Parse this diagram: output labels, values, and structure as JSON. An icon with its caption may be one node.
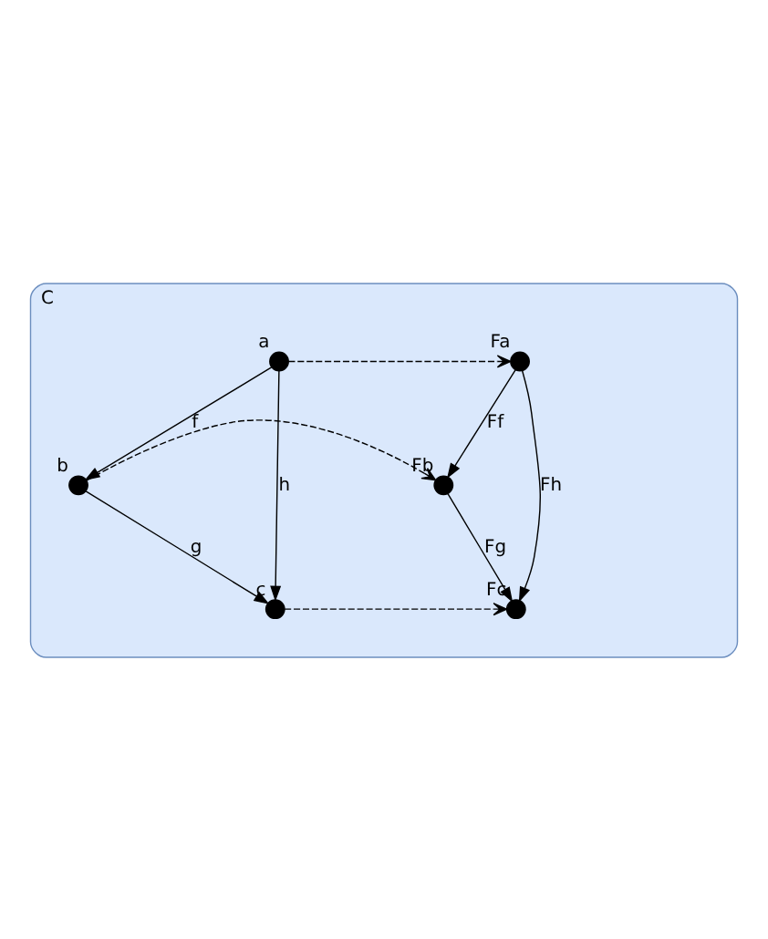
{
  "diagram": {
    "nodes": [
      {
        "text": [
          "C"
        ]
      },
      {
        "text": [],
        "shape": "circle",
        "beside": [
          "a"
        ],
        "in": 0
      },
      {
        "text": [],
        "shape": "circle",
        "beside": [
          "Fa"
        ],
        "in": 0
      },
      {
        "text": [],
        "shape": "circle",
        "beside": [
          "b"
        ],
        "in": 0
      },
      {
        "text": [],
        "shape": "circle",
        "beside": [
          "Fb"
        ],
        "in": 0
      },
      {
        "text": [],
        "shape": "circle",
        "beside": [
          "c"
        ],
        "in": 0
      },
      {
        "text": [],
        "shape": "circle",
        "beside": [
          "Fc"
        ],
        "in": 0
      }
    ],
    "edges": [
      {
        "from": 1,
        "to": 2,
        "arrow": "to",
        "style": "dashed"
      },
      {
        "from": 1,
        "to": 3,
        "arrow": "to",
        "label": "f"
      },
      {
        "from": 1,
        "to": 5,
        "arrow": "to",
        "label": "h"
      },
      {
        "from": 3,
        "to": 4,
        "arrow": "to",
        "style": "dashed"
      },
      {
        "from": 3,
        "to": 5,
        "arrow": "to",
        "label": "g"
      },
      {
        "from": 2,
        "to": 4,
        "arrow": "to",
        "label": "Ff"
      },
      {
        "from": 2,
        "to": 6,
        "arrow": "to",
        "label": "Fh"
      },
      {
        "from": 4,
        "to": 6,
        "arrow": "to",
        "label": "Fg"
      },
      {
        "from": 5,
        "to": 6,
        "arrow": "to",
        "style": "dashed"
      }
    ]
  }
}
